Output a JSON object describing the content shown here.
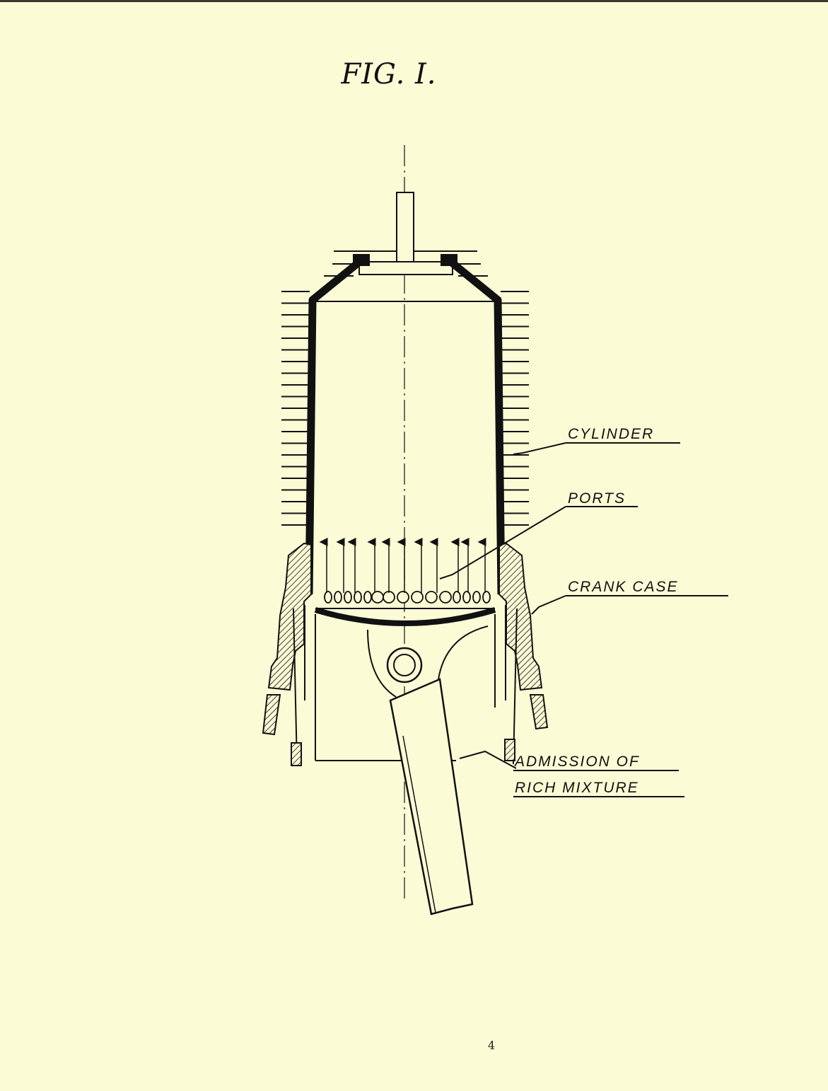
{
  "figure": {
    "title": "FIG. I."
  },
  "labels": {
    "cylinder": "CYLINDER",
    "ports": "PORTS",
    "crank_case": "CRANK CASE",
    "admission_line1": "ADMISSION OF",
    "admission_line2": "RICH MIXTURE"
  },
  "page": {
    "number": "4"
  },
  "colors": {
    "paper": "#fbfbd6",
    "ink": "#111111"
  }
}
